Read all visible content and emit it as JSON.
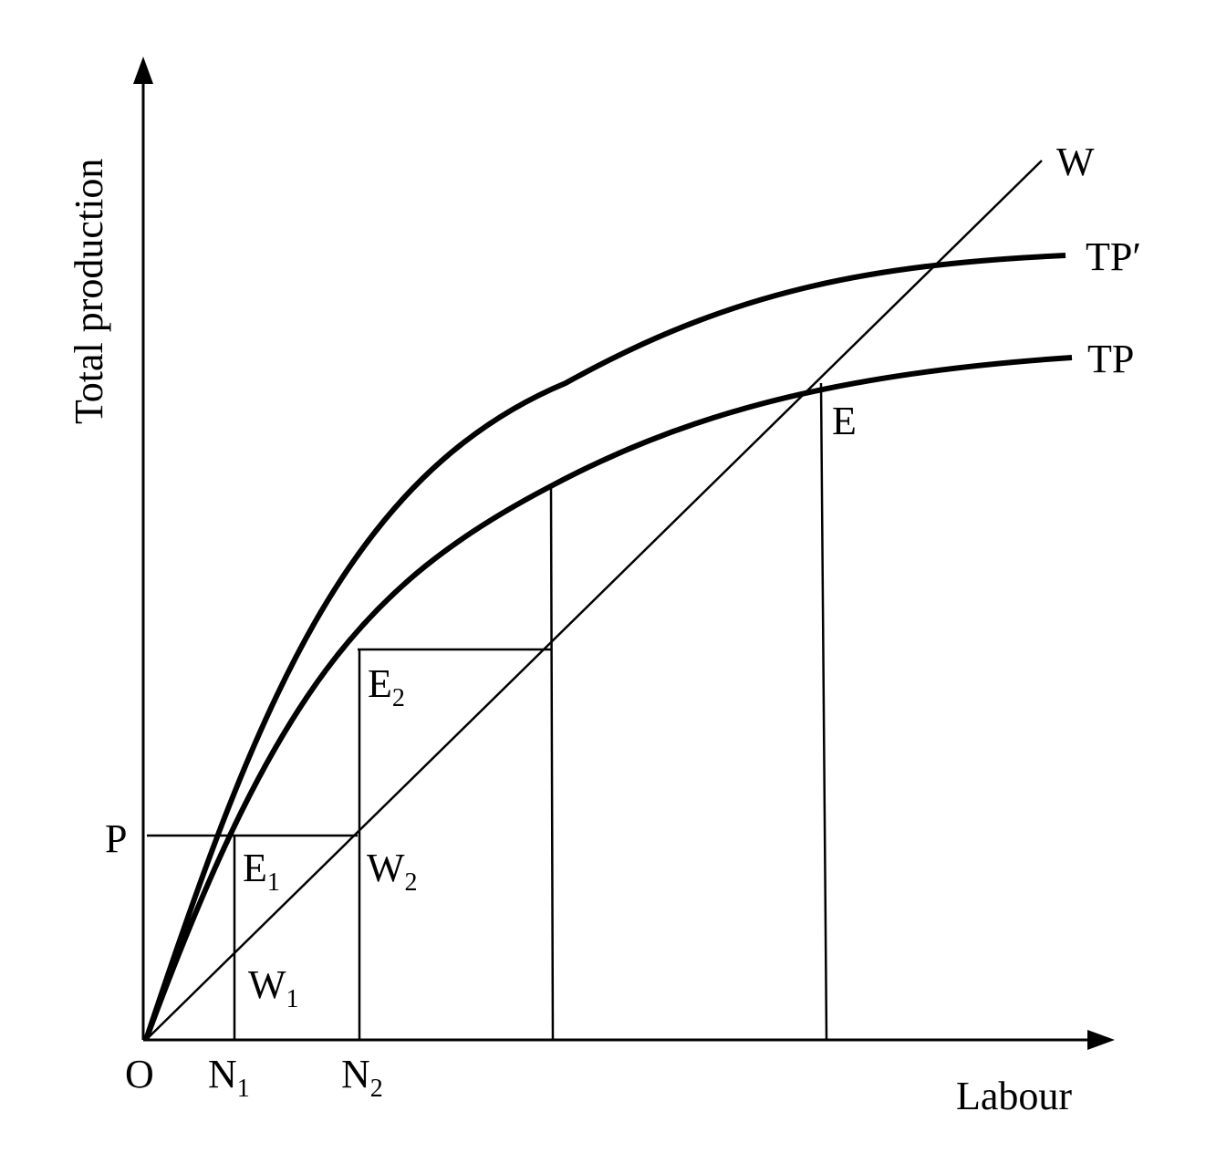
{
  "axes": {
    "y_label": "Total production",
    "x_label": "Labour",
    "origin": "O"
  },
  "curves": {
    "tp_prime": "TP′",
    "tp": "TP",
    "w": "W"
  },
  "points": {
    "p": "P",
    "e": "E",
    "e1": {
      "main": "E",
      "sub": "1"
    },
    "e2": {
      "main": "E",
      "sub": "2"
    },
    "w1": {
      "main": "W",
      "sub": "1"
    },
    "w2": {
      "main": "W",
      "sub": "2"
    },
    "n1": {
      "main": "N",
      "sub": "1"
    },
    "n2": {
      "main": "N",
      "sub": "2"
    }
  }
}
